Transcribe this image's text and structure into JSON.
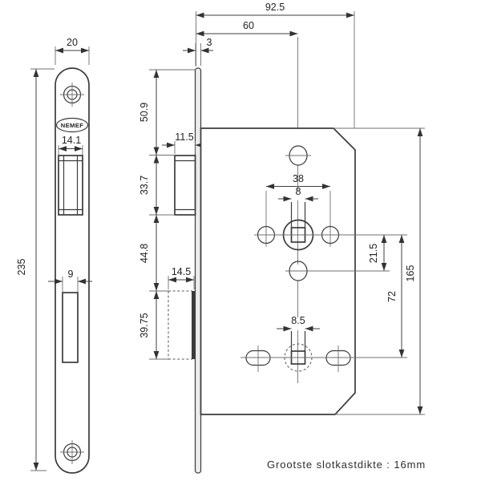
{
  "drawing": {
    "brand_label": "NEMEF",
    "caption": "Grootste slotkastdikte :  16mm",
    "front_view": {
      "width": "20",
      "length": "235",
      "latch_cutout_width": "14.1",
      "deadbolt_cutout_width": "9"
    },
    "side_view": {
      "faceplate_thickness": "3",
      "top_to_latch": "50.9",
      "latch_protrusion": "11.5",
      "latch_height": "33.7",
      "latch_to_deadbolt": "44.8",
      "deadbolt_protrusion": "14.5",
      "deadbolt_height": "39.75"
    },
    "case_view": {
      "total_depth": "92.5",
      "backset": "60",
      "hole_spacing": "38",
      "spindle_slot_width": "8",
      "spindle_to_key_offset": "21.5",
      "case_height": "165",
      "spindle_centers_distance": "72",
      "bottom_slot_width": "8.5"
    }
  }
}
